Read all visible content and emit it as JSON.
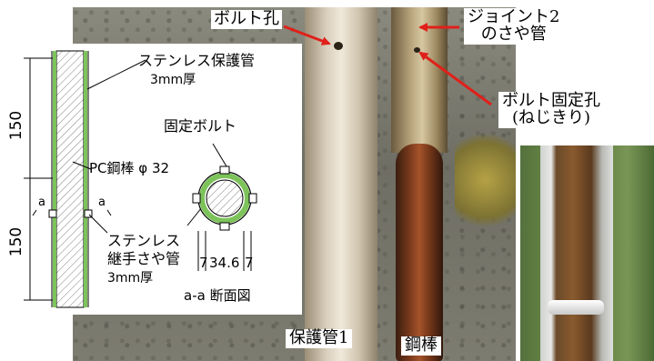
{
  "photo_labels": {
    "bolt_hole": "ボルト孔",
    "joint2_line1": "ジョイント2",
    "joint2_line2": "のさや管",
    "fixing_hole_line1": "ボルト固定孔",
    "fixing_hole_line2": "(ねじきり)",
    "protection_pipe": "保護管1",
    "steel_bar": "鋼棒"
  },
  "drawing": {
    "stainless_pipe_line1": "ステンレス保護管",
    "stainless_pipe_line2": "3mm厚",
    "fixing_bolt": "固定ボルト",
    "pc_bar": "PC鋼棒 φ 32",
    "section_mark_left": "a",
    "section_mark_right": "a",
    "sleeve_line1": "ステンレス",
    "sleeve_line2": "継手さや管",
    "sleeve_line3": "3mm厚",
    "dim_upper": "150",
    "dim_lower": "150",
    "dim_left": "7",
    "dim_middle": "34.6",
    "dim_right": "7",
    "section_title": "a-a 断面図"
  },
  "colors": {
    "arrow_red": "#e0201a",
    "sleeve_green": "#7cc35a",
    "hatch": "#808080"
  }
}
